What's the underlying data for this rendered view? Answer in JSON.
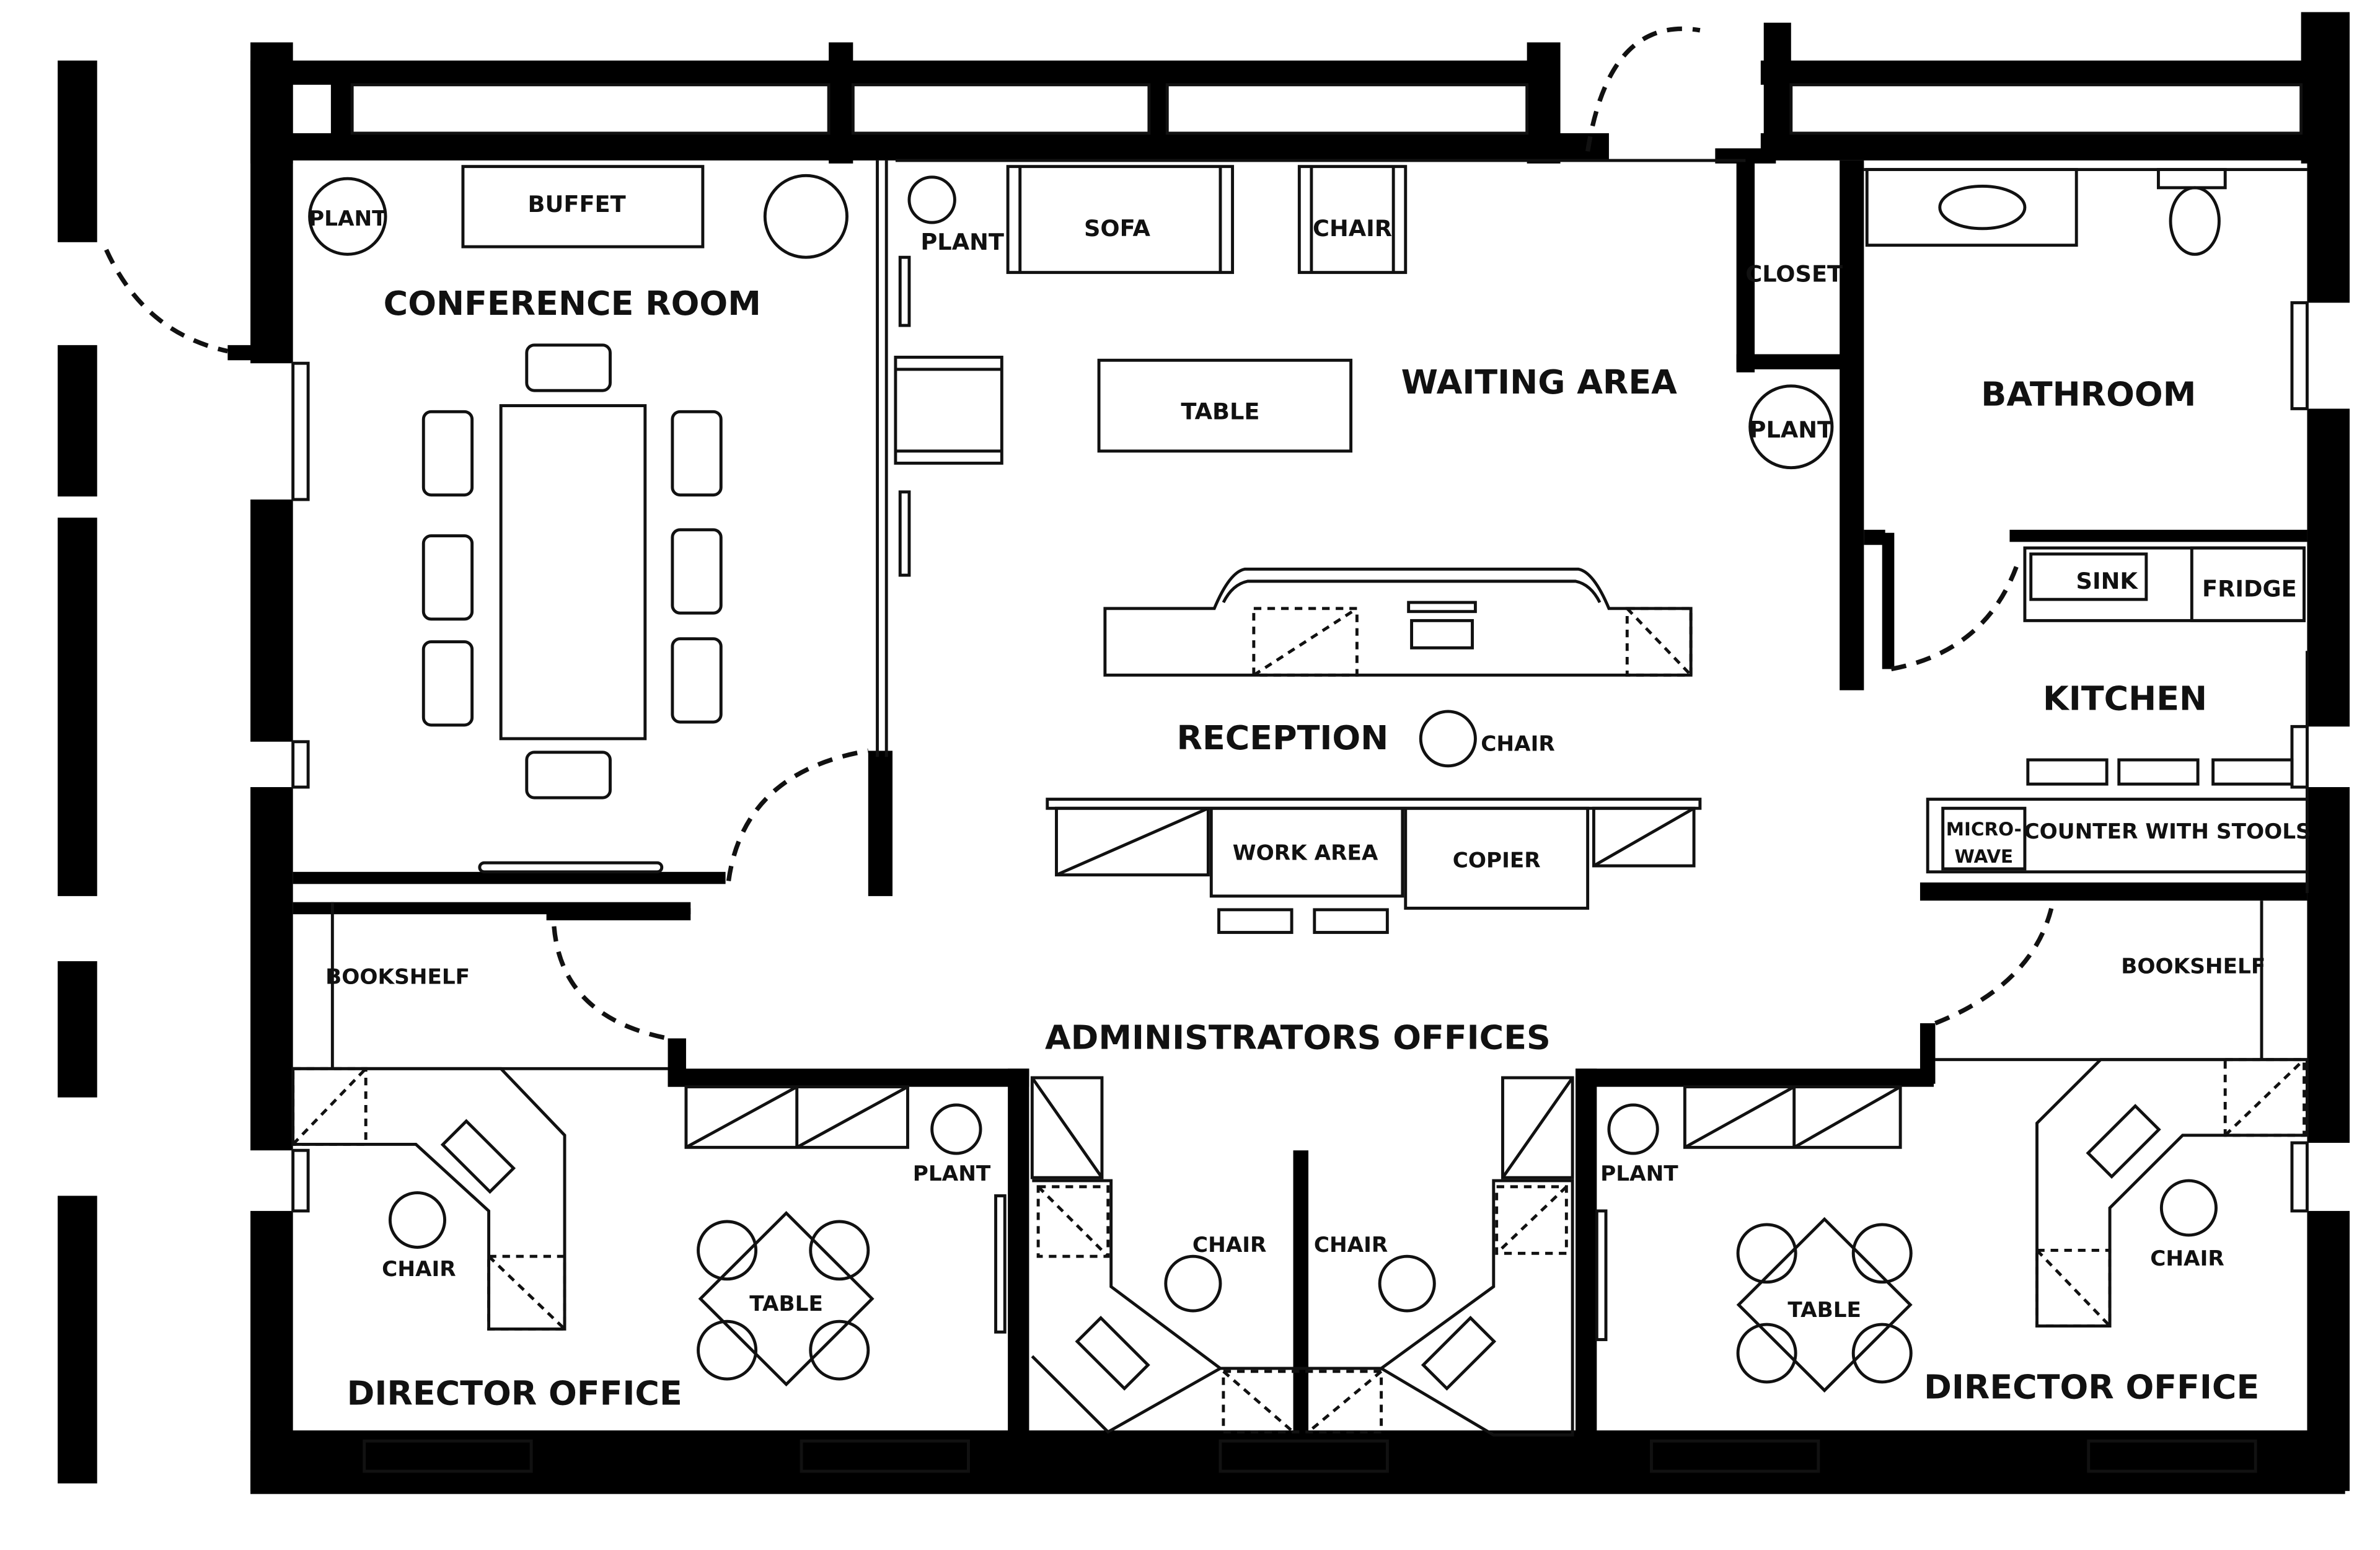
{
  "colors": {
    "wall": "#000000",
    "background": "#ffffff",
    "line": "#111111"
  },
  "rooms": {
    "conference": "CONFERENCE ROOM",
    "waiting": "WAITING AREA",
    "bathroom": "BATHROOM",
    "reception": "RECEPTION",
    "kitchen": "KITCHEN",
    "admin": "ADMINISTRATORS OFFICES",
    "director_left": "DIRECTOR OFFICE",
    "director_right": "DIRECTOR OFFICE"
  },
  "labels": {
    "plant": "PLANT",
    "buffet": "BUFFET",
    "sofa": "SOFA",
    "chair": "CHAIR",
    "table": "TABLE",
    "closet": "CLOSET",
    "sink": "SINK",
    "fridge": "FRIDGE",
    "work_area": "WORK AREA",
    "copier": "COPIER",
    "micro": "MICRO-",
    "wave": "WAVE",
    "counter": "COUNTER WITH STOOLS",
    "bookshelf": "BOOKSHELF"
  },
  "icons": [
    "plant-icon",
    "door-swing-icon",
    "computer-icon",
    "toilet-icon",
    "tub-icon",
    "chair-icon"
  ]
}
